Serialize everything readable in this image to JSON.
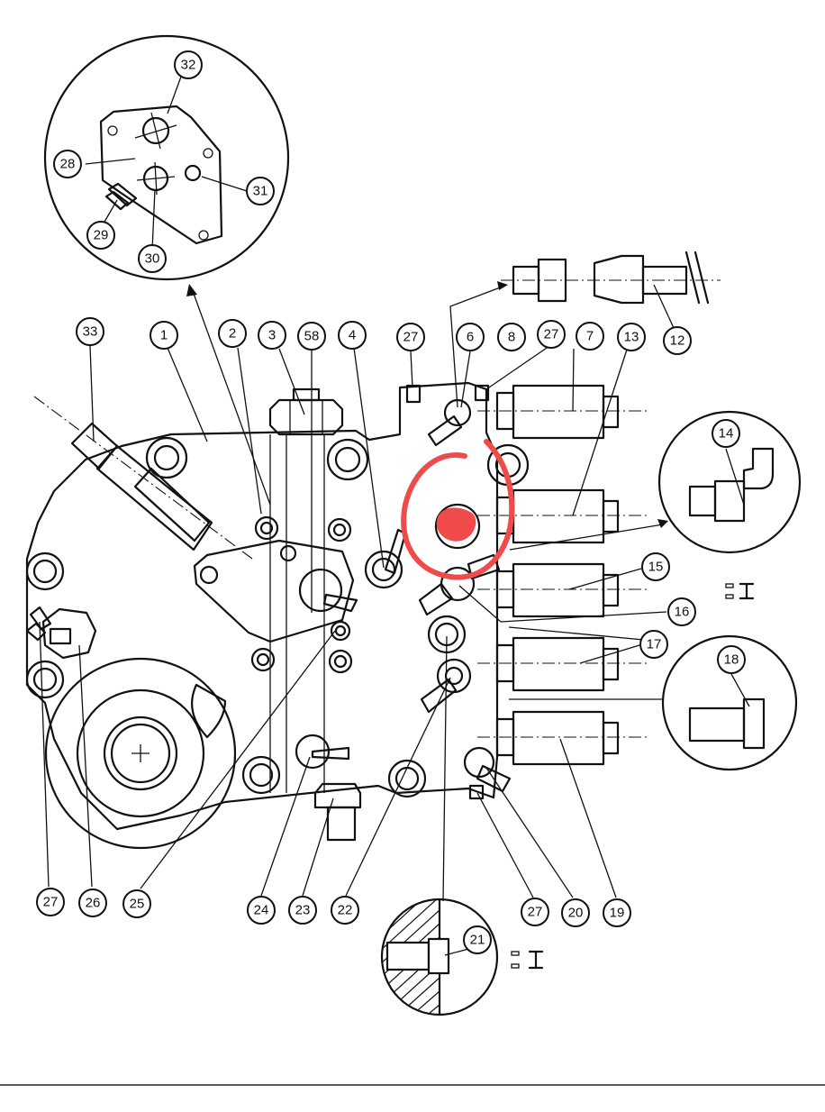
{
  "callouts": [
    {
      "label": "32"
    },
    {
      "label": "28"
    },
    {
      "label": "31"
    },
    {
      "label": "29"
    },
    {
      "label": "30"
    },
    {
      "label": "33"
    },
    {
      "label": "1"
    },
    {
      "label": "2"
    },
    {
      "label": "3"
    },
    {
      "label": "58"
    },
    {
      "label": "4"
    },
    {
      "label": "27"
    },
    {
      "label": "6"
    },
    {
      "label": "8"
    },
    {
      "label": "27"
    },
    {
      "label": "7"
    },
    {
      "label": "13"
    },
    {
      "label": "12"
    },
    {
      "label": "14"
    },
    {
      "label": "15"
    },
    {
      "label": "16"
    },
    {
      "label": "17"
    },
    {
      "label": "18"
    },
    {
      "label": "27"
    },
    {
      "label": "26"
    },
    {
      "label": "25"
    },
    {
      "label": "24"
    },
    {
      "label": "23"
    },
    {
      "label": "22"
    },
    {
      "label": "27"
    },
    {
      "label": "20"
    },
    {
      "label": "19"
    },
    {
      "label": "21"
    }
  ],
  "annotation": {
    "color": "#ef4b4b",
    "description_icon": "red-hand-drawn-circle"
  },
  "colors": {
    "line": "#111111",
    "background": "#ffffff"
  }
}
